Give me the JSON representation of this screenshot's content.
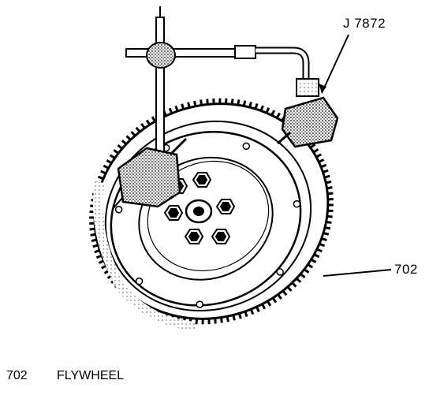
{
  "callouts": {
    "tool": "J 7872",
    "part_number": "702"
  },
  "legend": {
    "number": "702",
    "name": "FLYWHEEL"
  }
}
